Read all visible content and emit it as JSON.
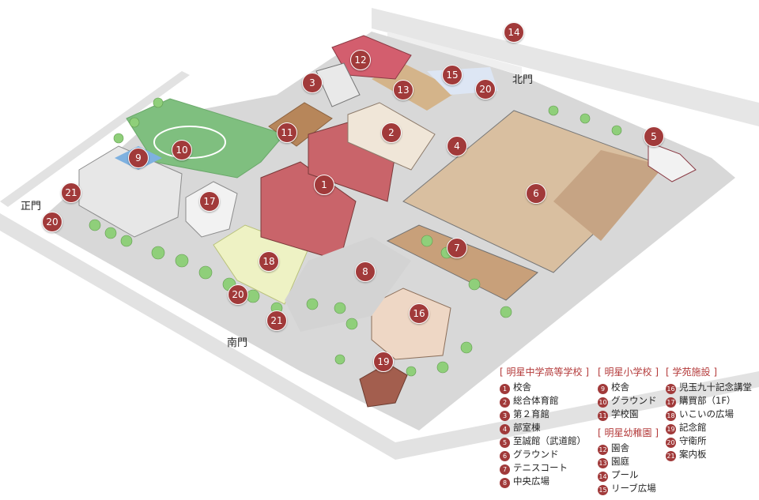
{
  "gates": {
    "main_gate": "正門",
    "north_gate": "北門",
    "south_gate": "南門"
  },
  "markers": [
    "1",
    "2",
    "3",
    "4",
    "5",
    "6",
    "7",
    "8",
    "9",
    "10",
    "11",
    "12",
    "13",
    "14",
    "15",
    "16",
    "17",
    "18",
    "19",
    "20",
    "20",
    "20",
    "21",
    "21"
  ],
  "legend": {
    "groups": [
      {
        "title": "明星中学高等学校",
        "items": [
          {
            "num": "1",
            "label": "校舎"
          },
          {
            "num": "2",
            "label": "総合体育館"
          },
          {
            "num": "3",
            "label": "第２育館"
          },
          {
            "num": "4",
            "label": "部室棟"
          },
          {
            "num": "5",
            "label": "至誠館（武道館）"
          },
          {
            "num": "6",
            "label": "グラウンド"
          },
          {
            "num": "7",
            "label": "テニスコート"
          },
          {
            "num": "8",
            "label": "中央広場"
          }
        ]
      },
      {
        "title": "明星小学校",
        "items": [
          {
            "num": "9",
            "label": "校舎"
          },
          {
            "num": "10",
            "label": "グラウンド"
          },
          {
            "num": "11",
            "label": "学校園"
          }
        ]
      },
      {
        "title": "明星幼稚園",
        "items": [
          {
            "num": "12",
            "label": "園舎"
          },
          {
            "num": "13",
            "label": "園庭"
          },
          {
            "num": "14",
            "label": "プール"
          },
          {
            "num": "15",
            "label": "リーブ広場"
          }
        ]
      },
      {
        "title": "学苑施設",
        "items": [
          {
            "num": "16",
            "label": "児玉九十記念講堂"
          },
          {
            "num": "17",
            "label": "購買部（1F）"
          },
          {
            "num": "18",
            "label": "いこいの広場"
          },
          {
            "num": "19",
            "label": "記念館"
          },
          {
            "num": "20",
            "label": "守衛所"
          },
          {
            "num": "21",
            "label": "案内板"
          }
        ]
      }
    ]
  },
  "colors": {
    "marker": "#a13a3a",
    "legend_heading": "#b43b3b",
    "grass": "#7fbf7f",
    "field": "#d9bfa0",
    "building": "#c9646a",
    "plaza": "#d9d9d9"
  }
}
